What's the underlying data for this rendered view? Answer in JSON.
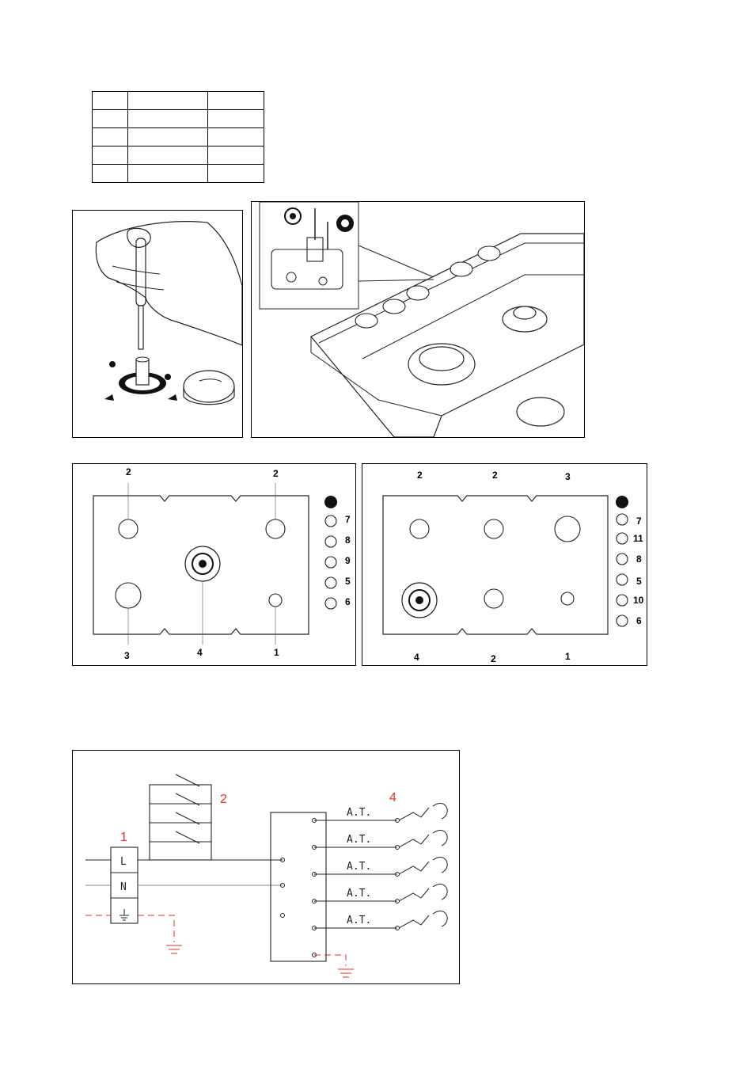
{
  "table": {
    "rows": 5,
    "cols": 3
  },
  "hob_left": {
    "top_labels": [
      "2",
      "2"
    ],
    "bottom_labels": [
      "3",
      "4",
      "1"
    ],
    "knob_labels": [
      "7",
      "8",
      "9",
      "5",
      "6"
    ]
  },
  "hob_right": {
    "top_labels": [
      "2",
      "2",
      "3"
    ],
    "bottom_labels": [
      "4",
      "2",
      "1"
    ],
    "knob_labels": [
      "7",
      "11",
      "8",
      "5",
      "10",
      "6"
    ]
  },
  "wiring": {
    "label_terminal": "1",
    "label_switch": "2",
    "label_sparker": "4",
    "line": "L",
    "neutral": "N",
    "ignition_labels": [
      "A.T.",
      "A.T.",
      "A.T.",
      "A.T.",
      "A.T."
    ]
  }
}
